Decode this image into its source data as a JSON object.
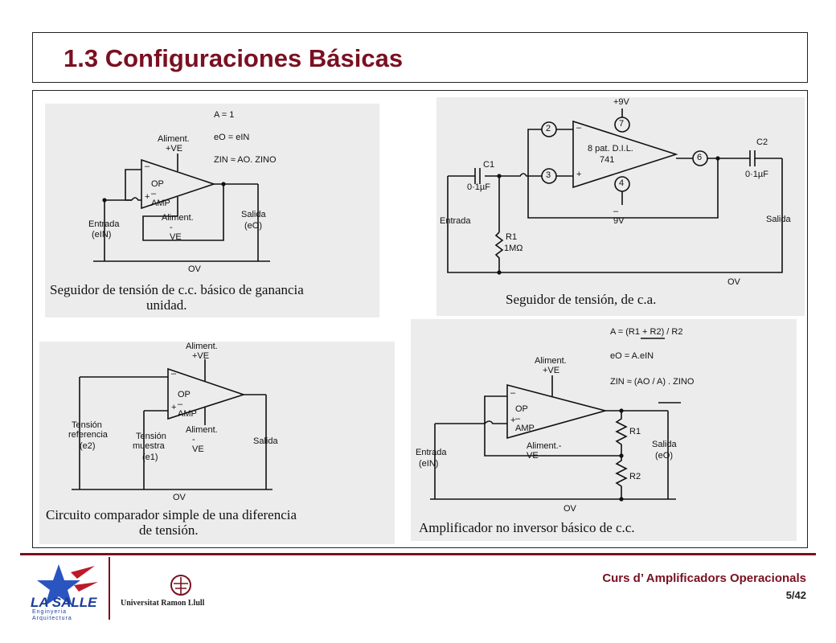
{
  "header": {
    "title": "1.3 Configuraciones Básicas"
  },
  "diagrams": {
    "d1": {
      "caption_line1": "Seguidor de tensión de c.c. básico de ganancia",
      "caption_line2": "unidad.",
      "eq_gain": "A = 1",
      "eq_out": "eO = eIN",
      "eq_zin": "ZIN ≈ AO. ZINO",
      "opamp": "OP – AMP",
      "supply_pos_1": "Aliment.",
      "supply_pos_2": "+VE",
      "supply_neg_1": "Aliment.",
      "supply_neg_2": "-VE",
      "input_1": "Entrada",
      "input_2": "(eIN)",
      "output_1": "Salida",
      "output_2": "(eO)",
      "ground": "OV",
      "minus": "–",
      "plus": "+"
    },
    "d2": {
      "caption": "Seguidor de tensión, de c.a.",
      "supply_pos": "+9V",
      "supply_neg": "–9V",
      "chip_1": "8 pat. D.I.L.",
      "chip_2": "741",
      "pin2": "2",
      "pin3": "3",
      "pin4": "4",
      "pin6": "6",
      "pin7": "7",
      "c1": "C1",
      "c1_val": "0·1µF",
      "c2": "C2",
      "c2_val": "0·1µF",
      "r1": "R1",
      "r1_val": "1MΩ",
      "input": "Entrada",
      "output": "Salida",
      "ground": "OV",
      "minus": "–",
      "plus": "+"
    },
    "d3": {
      "caption_line1": "Circuito comparador simple de una diferencia",
      "caption_line2": "de tensión.",
      "opamp": "OP – AMP",
      "supply_pos_1": "Aliment.",
      "supply_pos_2": "+VE",
      "supply_neg_1": "Aliment.",
      "supply_neg_2": "-VE",
      "ref_1": "Tensión",
      "ref_2": "referencia",
      "ref_3": "(e2)",
      "sample_1": "Tensión",
      "sample_2": "muestra",
      "sample_3": "(e1)",
      "output": "Salida",
      "ground": "OV",
      "minus": "–",
      "plus": "+"
    },
    "d4": {
      "caption": "Amplificador no inversor básico de c.c.",
      "eq_gain": "A = (R1 + R2) / R2",
      "eq_out": "eO = A.eIN",
      "eq_zin": "ZIN ≈ (AO / A) . ZINO",
      "opamp": "OP – AMP",
      "supply_pos_1": "Aliment.",
      "supply_pos_2": "+VE",
      "supply_neg": "Aliment.-VE",
      "r1": "R1",
      "r2": "R2",
      "input_1": "Entrada",
      "input_2": "(eIN)",
      "output_1": "Salida",
      "output_2": "(eO)",
      "ground": "OV",
      "minus": "–",
      "plus": "+"
    }
  },
  "footer": {
    "course": "Curs d’ Amplificadors Operacionals",
    "page": "5/42",
    "logo_left": "LA SALLE",
    "logo_left_sub1": "Enginyeria",
    "logo_left_sub2": "Arquitectura",
    "logo_right": "Universitat Ramon Llull"
  },
  "colors": {
    "accent": "#7a1020",
    "brand_blue": "#1a3d9a",
    "ink": "#111111"
  }
}
